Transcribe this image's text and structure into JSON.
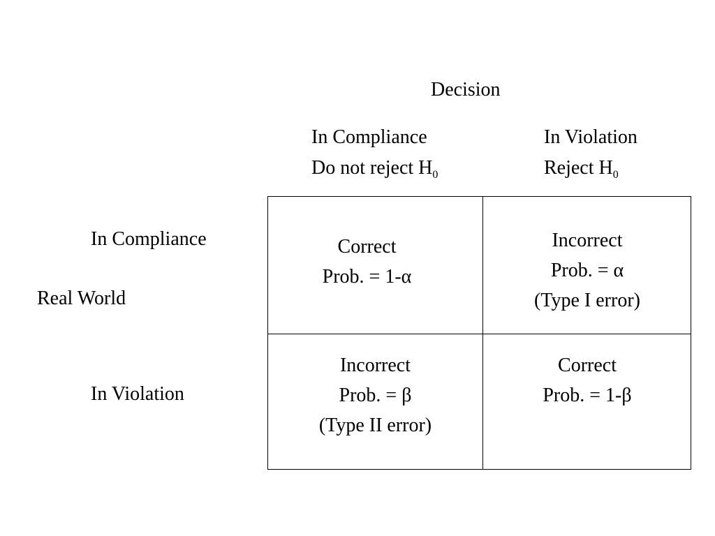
{
  "decision_label": "Decision",
  "columns": [
    {
      "line1": "In Compliance",
      "line2": "Do not reject H",
      "subscript": "0"
    },
    {
      "line1": "In Violation",
      "line2": "Reject H",
      "subscript": "0"
    }
  ],
  "rows": [
    {
      "label": "In Compliance"
    },
    {
      "label": "In Violation"
    }
  ],
  "real_world_label": "Real World",
  "cells": {
    "compliance_compliance": {
      "line1": "Correct",
      "line2": "Prob.  = 1-α"
    },
    "compliance_violation": {
      "line1": "Incorrect",
      "line2": "Prob. = α",
      "line3": "(Type I error)"
    },
    "violation_compliance": {
      "line1": "Incorrect",
      "line2": "Prob. = β",
      "line3": "(Type II error)"
    },
    "violation_violation": {
      "line1": "Correct",
      "line2": "Prob.  = 1-β"
    }
  }
}
